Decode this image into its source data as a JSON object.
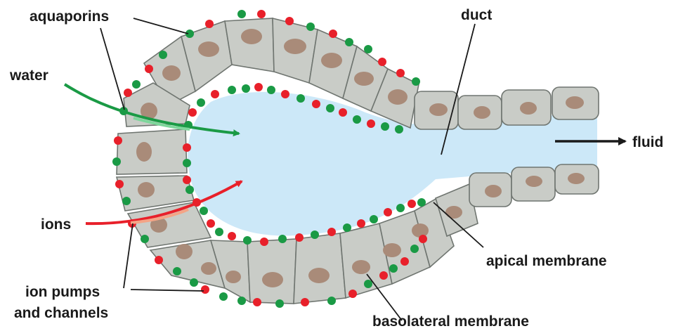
{
  "labels": {
    "aquaporins": "aquaporins",
    "water": "water",
    "ions": "ions",
    "ion_pumps_line1": "ion pumps",
    "ion_pumps_line2": "and channels",
    "duct": "duct",
    "fluid": "fluid",
    "apical_membrane": "apical membrane",
    "basolateral_membrane": "basolateral membrane"
  },
  "colors": {
    "aquaporin_dot": "#1a9a45",
    "ion_pump_dot": "#e8202a",
    "water_arrow": "#1a9a45",
    "ion_arrow": "#e8202a",
    "lumen": "#cce8f8",
    "cell": "#c9ccc7",
    "nucleus": "#a98b79"
  }
}
